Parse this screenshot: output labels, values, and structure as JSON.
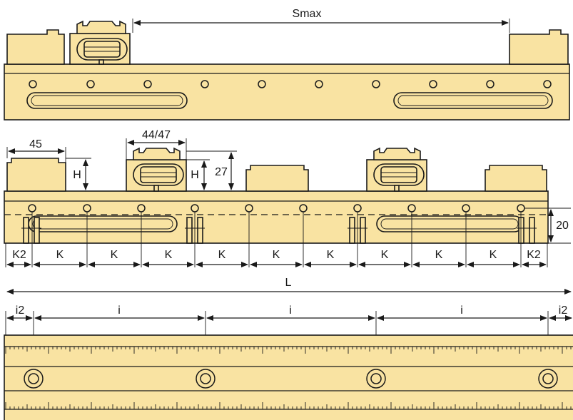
{
  "colors": {
    "part_fill": "#f9e3a2",
    "outline": "#1a1a1a",
    "background": "#ffffff"
  },
  "labels": {
    "smax": "Smax",
    "jaw_width": "45",
    "slot_width": "44/47",
    "height_h_left": "H",
    "height_h_right": "H",
    "height_27": "27",
    "height_20": "20",
    "pitch_k": "K",
    "end_k2": "K2",
    "total_length": "L",
    "pitch_i": "i",
    "end_i2": "i2"
  }
}
